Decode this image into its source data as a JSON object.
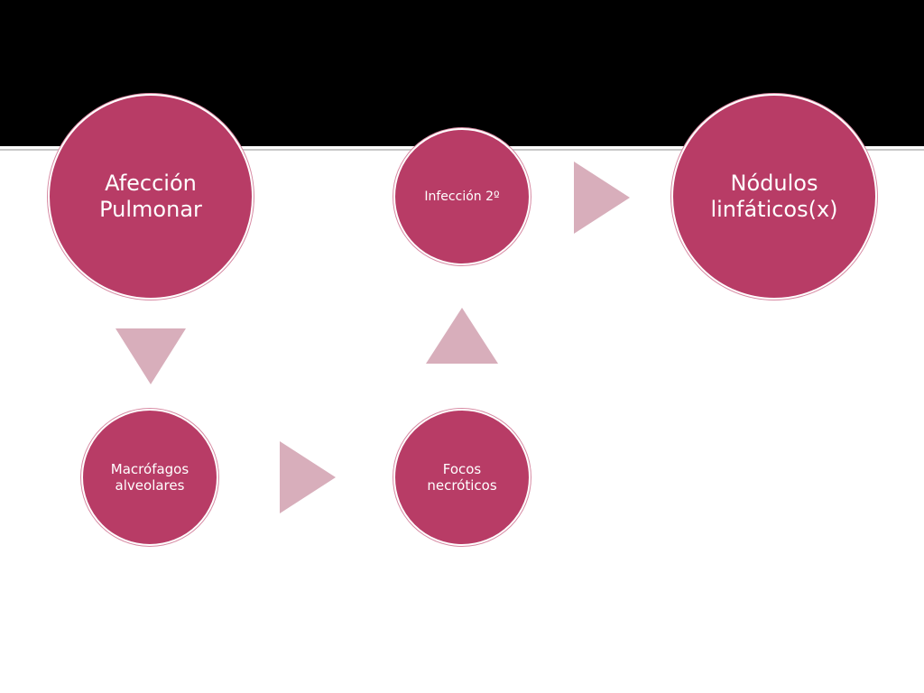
{
  "diagram": {
    "nodes": {
      "afeccion": "Afección Pulmonar",
      "infeccion": "Infección 2º",
      "nodulos": "Nódulos linfáticos(x)",
      "macrofagos": "Macrófagos alveolares",
      "focos": "Focos necróticos"
    },
    "colors": {
      "node_fill": "#b83c66",
      "arrow_fill": "#d8aebb",
      "top_band": "#000000"
    }
  }
}
